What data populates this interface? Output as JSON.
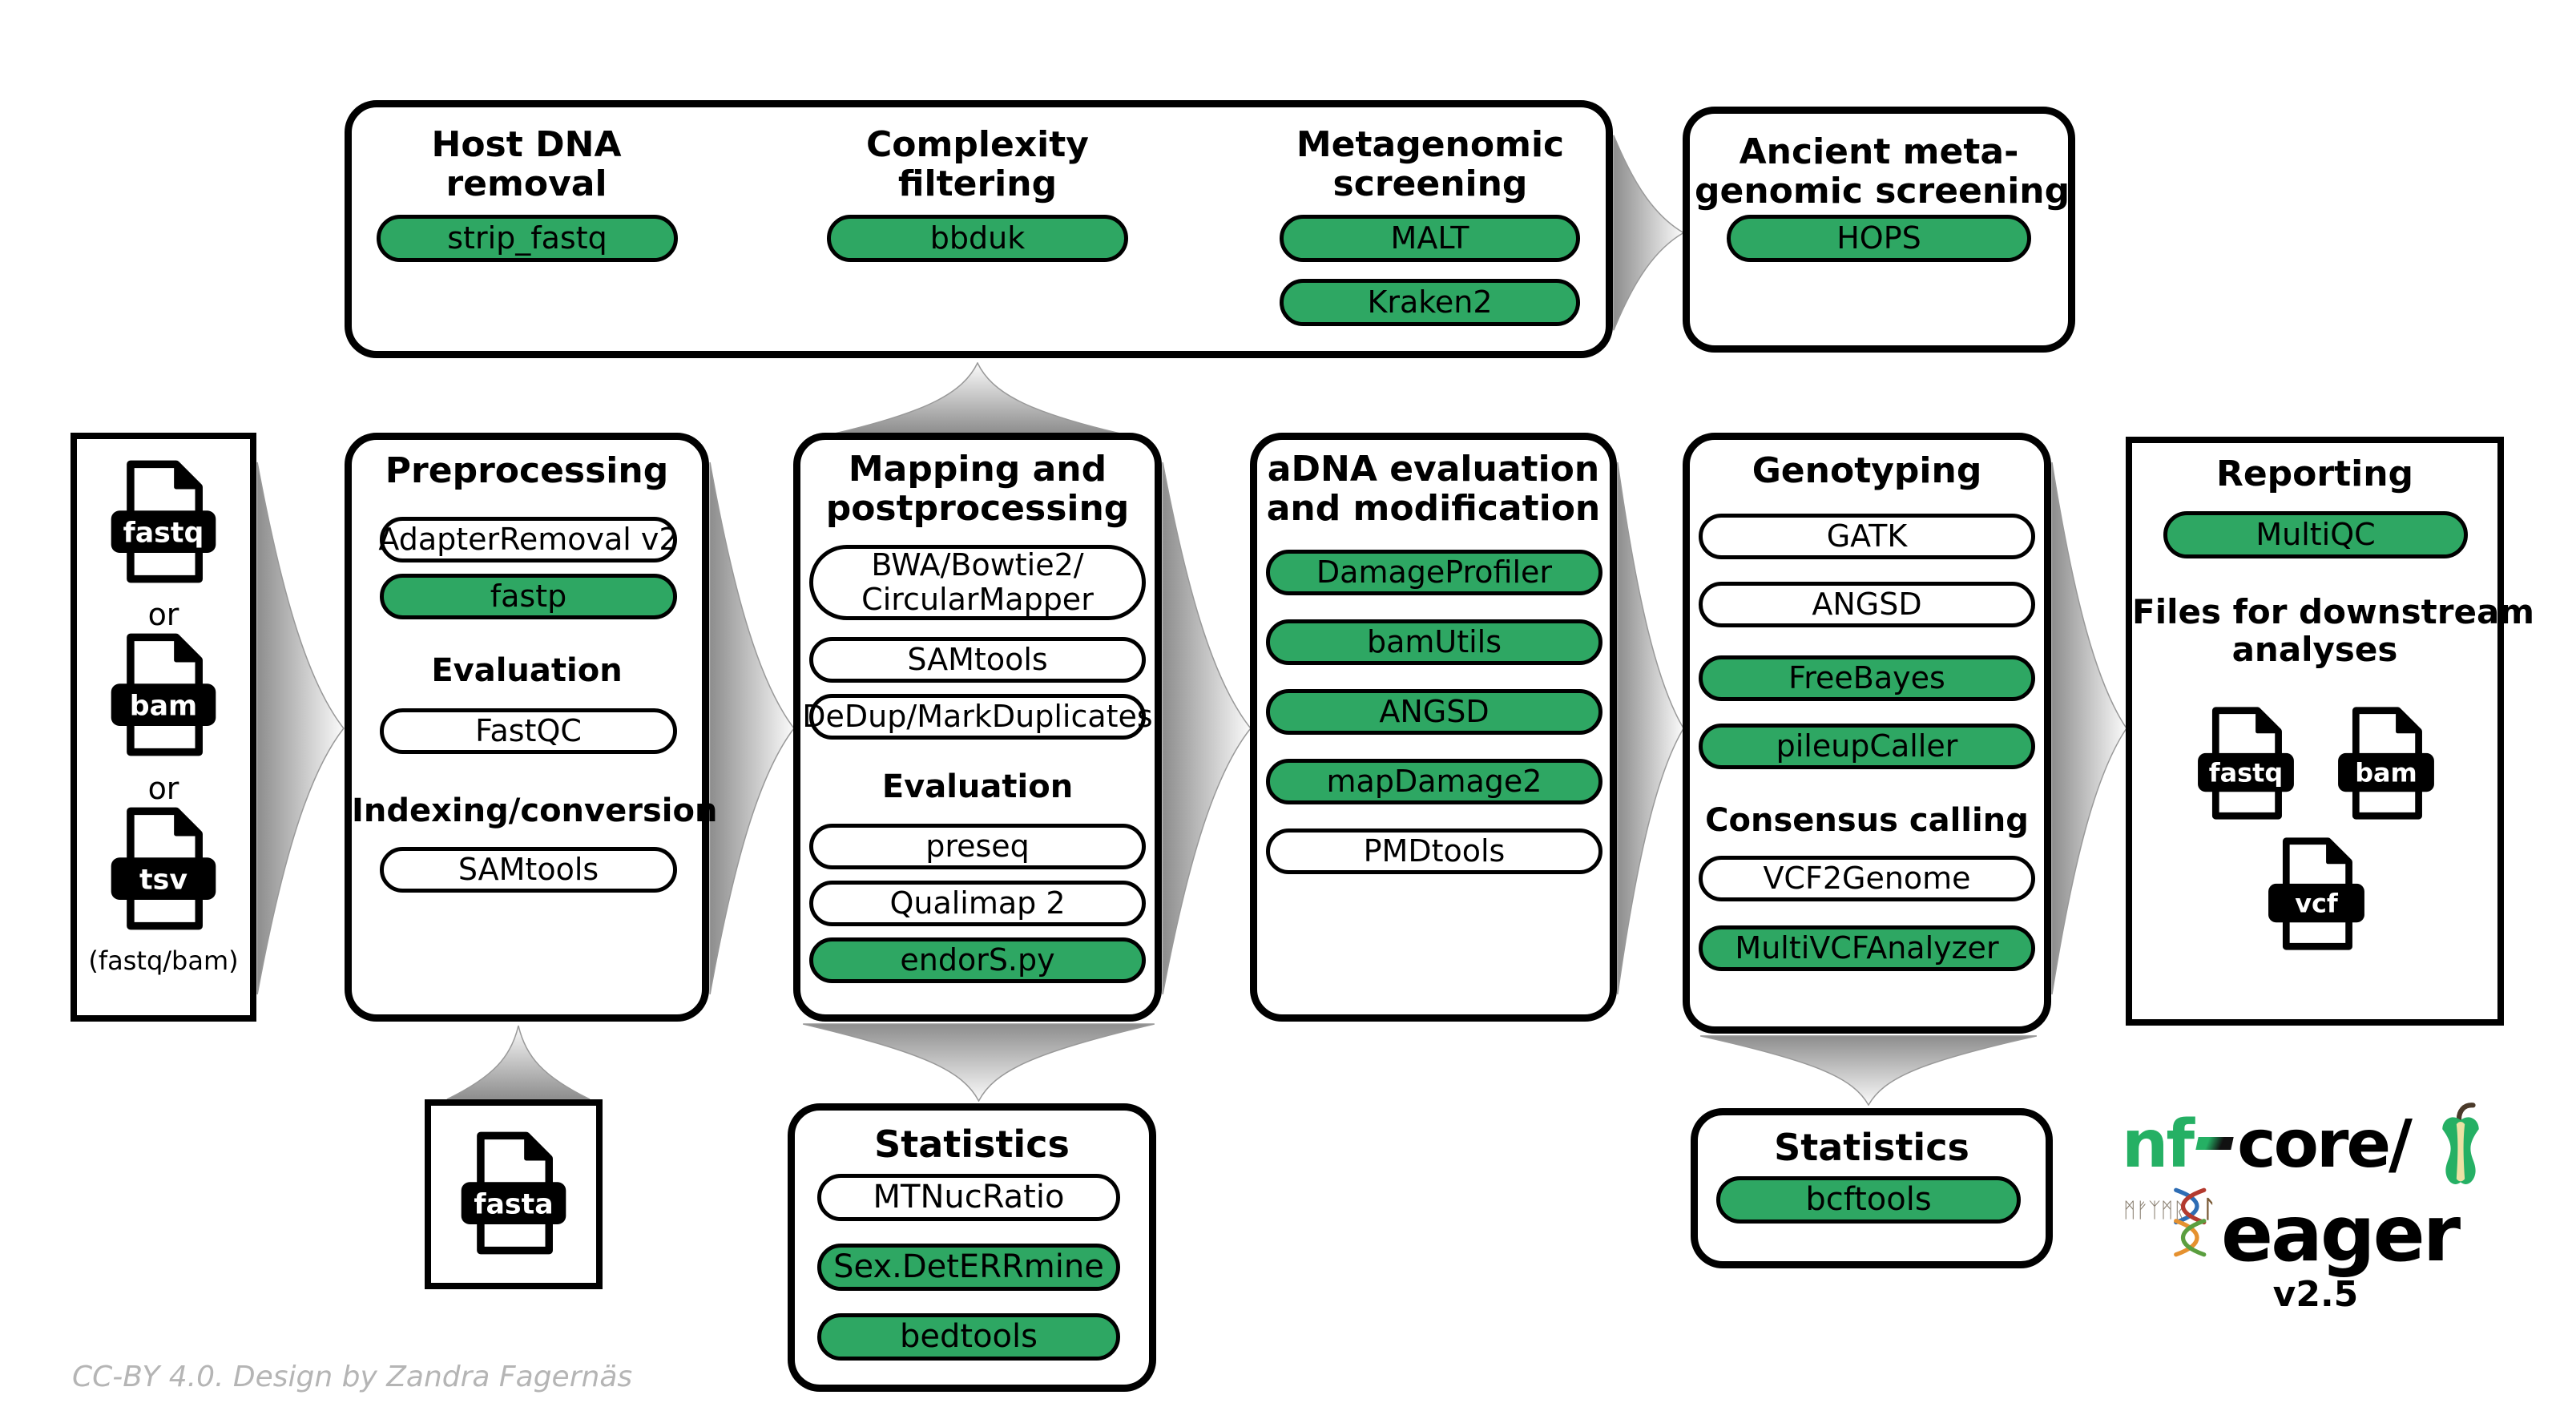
{
  "colors": {
    "green": "#2EA763",
    "logo_green": "#25B064"
  },
  "top_group": {
    "host": {
      "title_line1": "Host DNA",
      "title_line2": "removal",
      "tool": "strip_fastq"
    },
    "complexity": {
      "title_line1": "Complexity",
      "title_line2": "filtering",
      "tool": "bbduk"
    },
    "metagenomic": {
      "title_line1": "Metagenomic",
      "title_line2": "screening",
      "tool1": "MALT",
      "tool2": "Kraken2"
    }
  },
  "ancient": {
    "title_line1": "Ancient meta-",
    "title_line2": "genomic screening",
    "tool": "HOPS"
  },
  "input": {
    "file1": "fastq",
    "or1": "or",
    "file2": "bam",
    "or2": "or",
    "file3": "tsv",
    "caption": "(fastq/bam)"
  },
  "preprocessing": {
    "title": "Preprocessing",
    "tool1": "AdapterRemoval v2",
    "tool2": "fastp",
    "section1": "Evaluation",
    "tool3": "FastQC",
    "section2": "Indexing/conversion",
    "tool4": "SAMtools"
  },
  "mapping": {
    "title_line1": "Mapping and",
    "title_line2": "postprocessing",
    "tool1_line1": "BWA/Bowtie2/",
    "tool1_line2": "CircularMapper",
    "tool2": "SAMtools",
    "tool3": "DeDup/MarkDuplicates",
    "section": "Evaluation",
    "tool4": "preseq",
    "tool5": "Qualimap 2",
    "tool6": "endorS.py"
  },
  "adna": {
    "title_line1": "aDNA evaluation",
    "title_line2": "and modification",
    "tool1": "DamageProfiler",
    "tool2": "bamUtils",
    "tool3": "ANGSD",
    "tool4": "mapDamage2",
    "tool5": "PMDtools"
  },
  "genotyping": {
    "title": "Genotyping",
    "tool1": "GATK",
    "tool2": "ANGSD",
    "tool3": "FreeBayes",
    "tool4": "pileupCaller",
    "section": "Consensus calling",
    "tool5": "VCF2Genome",
    "tool6": "MultiVCFAnalyzer"
  },
  "reporting": {
    "title": "Reporting",
    "tool1": "MultiQC",
    "files_line1": "Files for downstream",
    "files_line2": "analyses",
    "file1": "fastq",
    "file2": "bam",
    "file3": "vcf"
  },
  "stats_mapping": {
    "title": "Statistics",
    "tool1": "MTNucRatio",
    "tool2": "Sex.DetERRmine",
    "tool3": "bedtools"
  },
  "stats_genotyping": {
    "title": "Statistics",
    "tool1": "bcftools"
  },
  "fasta": {
    "label": "fasta"
  },
  "logo": {
    "prefix": "nf",
    "core": "core/",
    "name": "eager",
    "version": "v2.5",
    "runes": "ᛗᚠᛉᛗᚱ",
    "rune_l": "ᛚ"
  },
  "credit": "CC-BY 4.0. Design by Zandra Fagernäs"
}
